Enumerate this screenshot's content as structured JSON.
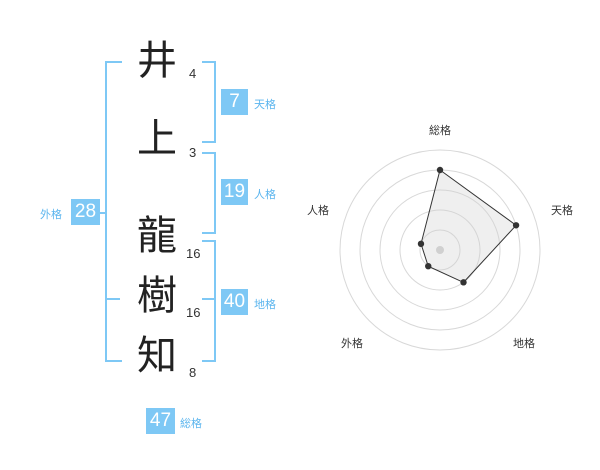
{
  "name": {
    "chars": [
      {
        "char": "井",
        "strokes": "4"
      },
      {
        "char": "上",
        "strokes": "3"
      },
      {
        "char": "龍",
        "strokes": "16"
      },
      {
        "char": "樹",
        "strokes": "16"
      },
      {
        "char": "知",
        "strokes": "8"
      }
    ]
  },
  "fortunes": {
    "tenkaku": {
      "value": "7",
      "label": "天格"
    },
    "jinkaku": {
      "value": "19",
      "label": "人格"
    },
    "chikaku": {
      "value": "40",
      "label": "地格"
    },
    "gaikaku": {
      "value": "28",
      "label": "外格"
    },
    "soukaku": {
      "value": "47",
      "label": "総格"
    }
  },
  "radar": {
    "axes": [
      "総格",
      "天格",
      "地格",
      "外格",
      "人格"
    ],
    "levels": [
      4,
      4,
      2,
      1,
      1
    ],
    "max_level": 5
  },
  "colors": {
    "accent": "#7ec8f5",
    "label_accent": "#5bb5ee",
    "text": "#222222"
  }
}
